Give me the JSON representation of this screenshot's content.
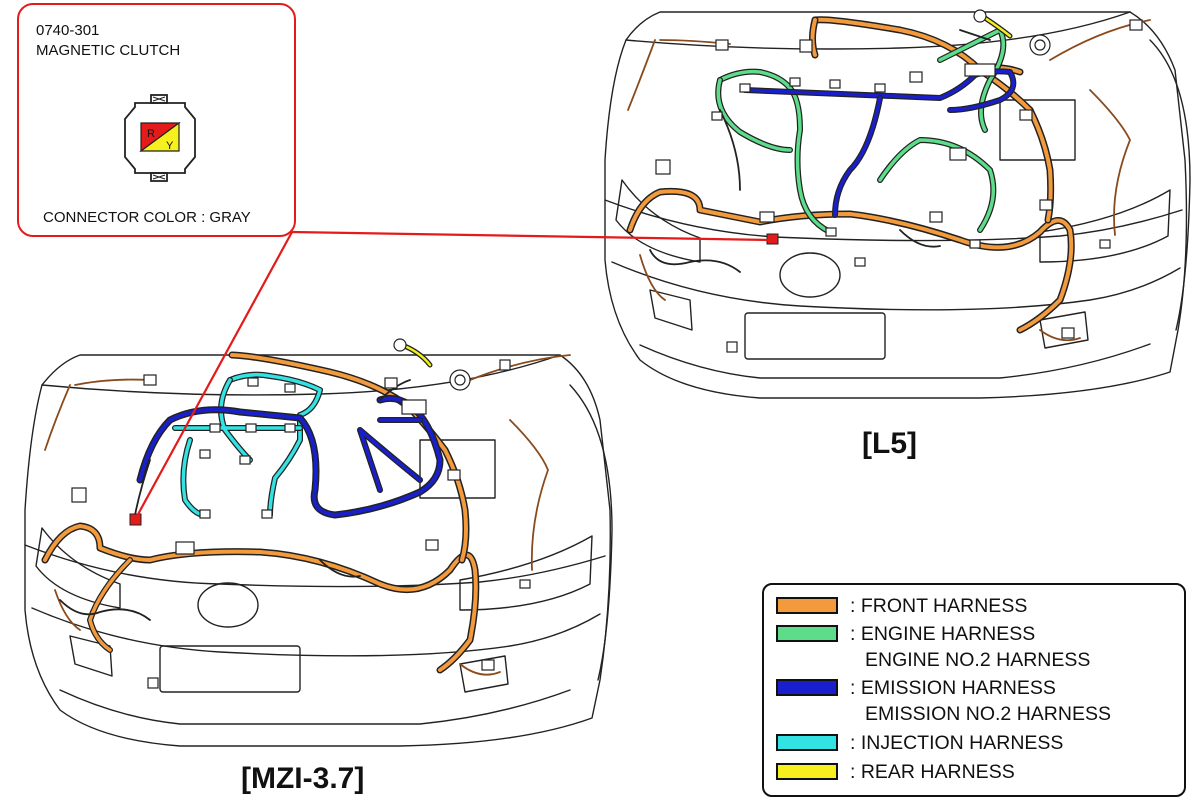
{
  "callout": {
    "part_code": "0740-301",
    "part_name": "MAGNETIC CLUTCH",
    "connector_color": "CONNECTOR COLOR : GRAY",
    "pin_labels": [
      "R",
      "Y"
    ]
  },
  "models": {
    "right": "[L5]",
    "left": "[MZI-3.7]"
  },
  "legend": {
    "items": [
      {
        "label": ": FRONT HARNESS",
        "sub": "",
        "color": "#f39a3c"
      },
      {
        "label": ": ENGINE HARNESS",
        "sub": "ENGINE NO.2 HARNESS",
        "color": "#5ddc8a"
      },
      {
        "label": ": EMISSION HARNESS",
        "sub": "EMISSION NO.2 HARNESS",
        "color": "#1a1fcc"
      },
      {
        "label": ": INJECTION HARNESS",
        "sub": "",
        "color": "#33e3e3"
      },
      {
        "label": ": REAR HARNESS",
        "sub": "",
        "color": "#f5f01e"
      }
    ]
  },
  "colors": {
    "pointer": "#e31b1b",
    "connector_red": "#e31b1b",
    "connector_yellow": "#f5f01e",
    "outline": "#222222"
  }
}
